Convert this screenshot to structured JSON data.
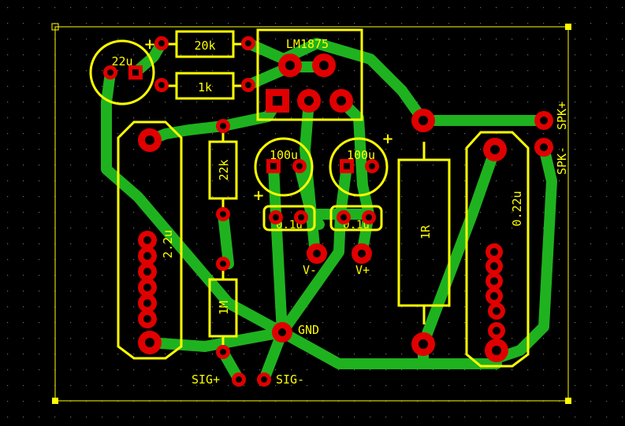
{
  "board": {
    "background": "#000000",
    "copper_color": "#1fb21f",
    "silk_color": "#ffff00",
    "pad_color": "#e00000",
    "hole_color": "#000000"
  },
  "components": {
    "ic": "LM1875",
    "r_feedback": "20k",
    "r_gain": "1k",
    "cap_22u": "22u",
    "r_22k": "22k",
    "cap_100u_left": "100u",
    "cap_100u_right": "100u",
    "cap_01u_left": "0.1u",
    "cap_01u_right": "0.1u",
    "cap_22u_input": "2.2u",
    "r_1m": "1M",
    "r_1r": "1R",
    "cap_022u": "0.22u"
  },
  "labels": {
    "gnd": "GND",
    "v_minus": "V-",
    "v_plus": "V+",
    "sig_plus": "SIG+",
    "sig_minus": "SIG-",
    "spk_minus": "SPK-",
    "spk_plus": "SPK+",
    "polarity_plus": "+"
  }
}
